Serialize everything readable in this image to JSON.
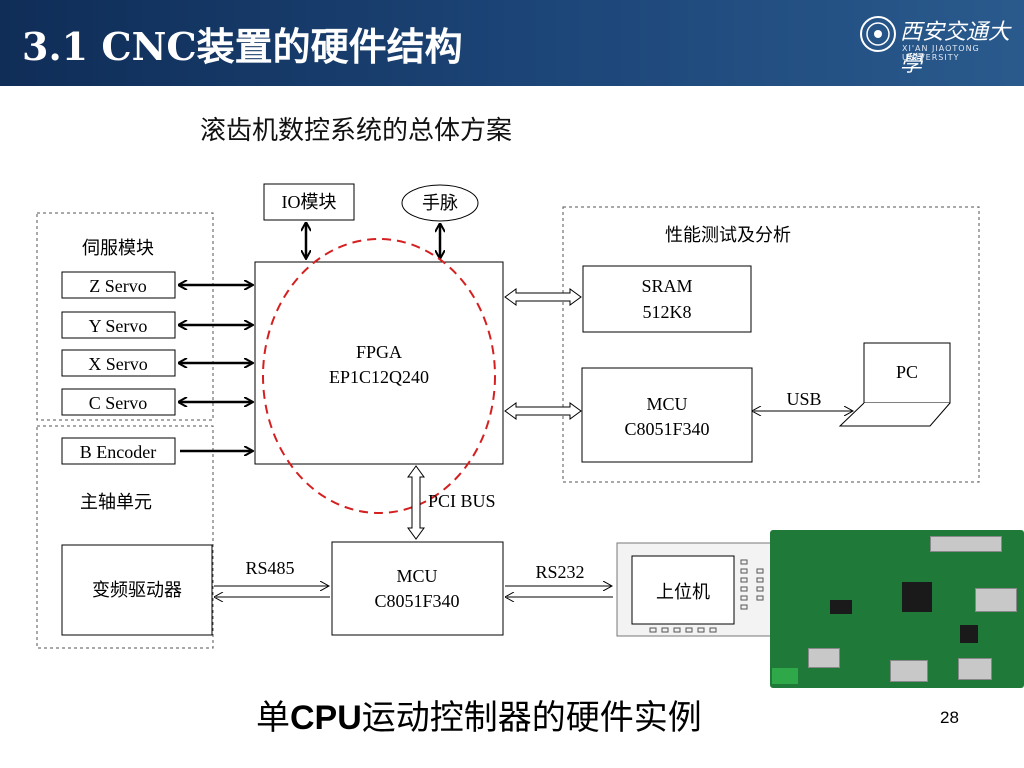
{
  "header": {
    "title": "3.1 CNC装置的硬件结构",
    "logo_text": "西安交通大學",
    "logo_sub": "XI'AN JIAOTONG UNIVERSITY"
  },
  "subtitle": "滚齿机数控系统的总体方案",
  "diagram": {
    "io_module": "IO模块",
    "handwheel": "手脉",
    "servo_group_label": "伺服模块",
    "servos": [
      "Z Servo",
      "Y Servo",
      "X Servo",
      "C Servo"
    ],
    "encoder": "B Encoder",
    "spindle_label": "主轴单元",
    "vfd": "变频驱动器",
    "fpga_line1": "FPGA",
    "fpga_line2": "EP1C12Q240",
    "perf_label": "性能测试及分析",
    "sram_line1": "SRAM",
    "sram_line2": "512K8",
    "mcu_top_line1": "MCU",
    "mcu_top_line2": "C8051F340",
    "pc": "PC",
    "usb": "USB",
    "pci_bus": "PCI BUS",
    "rs485": "RS485",
    "mcu_bottom_line1": "MCU",
    "mcu_bottom_line2": "C8051F340",
    "rs232": "RS232",
    "host": "上位机"
  },
  "caption": {
    "prefix": "单",
    "bold": "CPU",
    "suffix": "运动控制器的硬件实例"
  },
  "page_number": "28"
}
